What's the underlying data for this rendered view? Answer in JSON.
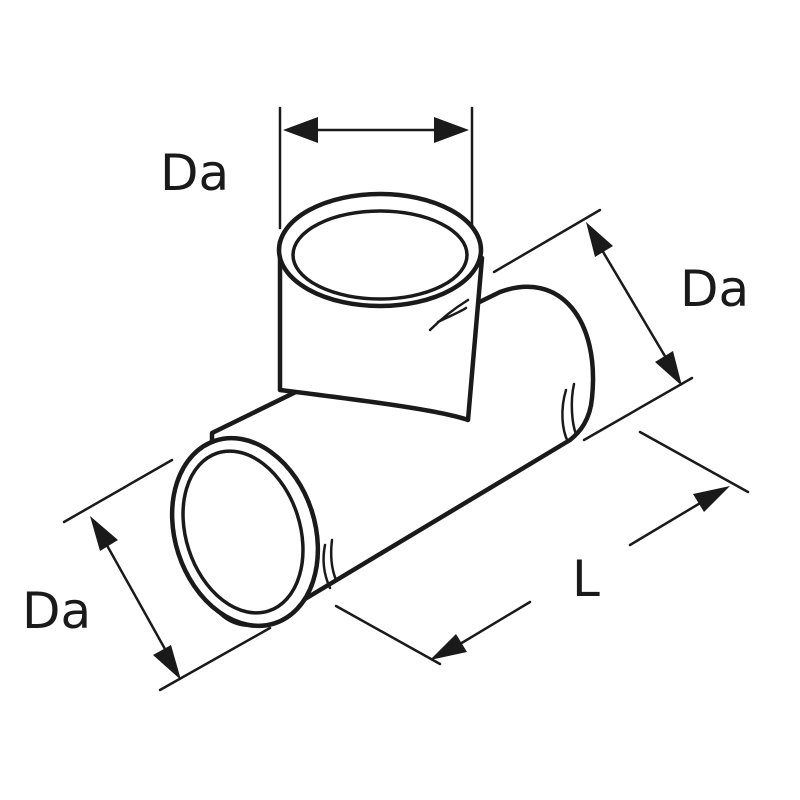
{
  "labels": {
    "top_diameter": "Da",
    "right_diameter": "Da",
    "left_diameter": "Da",
    "length": "L"
  }
}
